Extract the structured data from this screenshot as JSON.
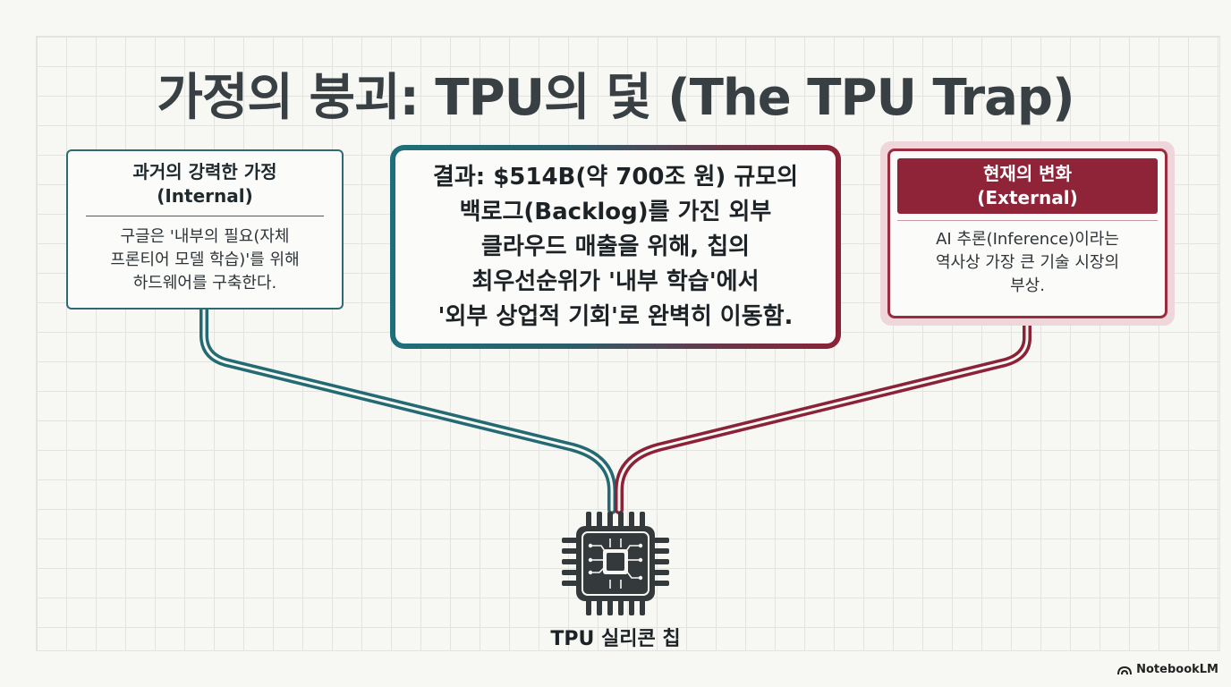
{
  "title": "가정의 붕괴: TPU의 덫 (The TPU Trap)",
  "left_box": {
    "heading_line1": "과거의 강력한 가정",
    "heading_line2": "(Internal)",
    "body_line1": "구글은 '내부의 필요(자체",
    "body_line2": "프론티어 모델 학습)'를 위해",
    "body_line3": "하드웨어를 구축한다."
  },
  "center_box": {
    "line1": "결과: $514B(약 700조 원) 규모의",
    "line2": "백로그(Backlog)를 가진 외부",
    "line3": "클라우드 매출을 위해, 칩의",
    "line4": "최우선순위가 '내부 학습'에서",
    "line5": "'외부 상업적 기회'로 완벽히 이동함."
  },
  "right_box": {
    "heading_line1": "현재의 변화",
    "heading_line2": "(External)",
    "body_line1": "AI 추론(Inference)이라는",
    "body_line2": "역사상 가장 큰 기술 시장의",
    "body_line3": "부상."
  },
  "chip": {
    "label": "TPU 실리콘 칩",
    "icon": "cpu-chip-icon"
  },
  "branding": {
    "label": "NotebookLM",
    "icon": "notebooklm-logo-icon"
  },
  "colors": {
    "internal_teal": "#2f6a72",
    "external_crimson": "#8f2338",
    "text_dark": "#2e3438",
    "background": "#f7f7f4"
  }
}
